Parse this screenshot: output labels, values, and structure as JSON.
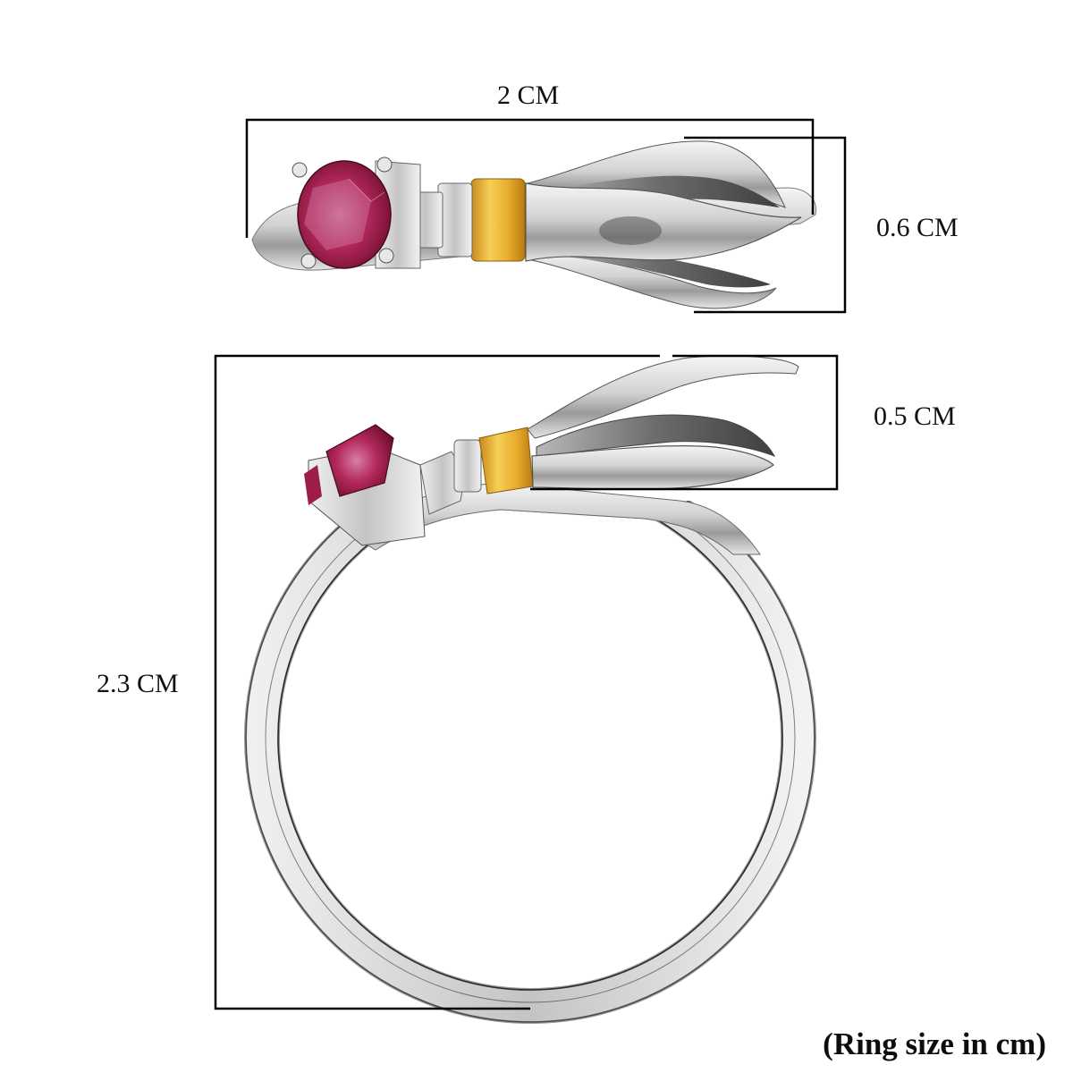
{
  "product": {
    "type": "ring",
    "description": "Broomstick-shaped ring with red gemstone, silver band and gold accent collar",
    "colors": {
      "metal": "#d9d9d9",
      "metal_shadow": "#8c8c8c",
      "metal_highlight": "#f7f7f7",
      "gem": "#a3184a",
      "gem_light": "#d76a9a",
      "gold": "#e8b030",
      "dimension_line": "#000000",
      "background": "#ffffff"
    }
  },
  "dimensions": {
    "top_view_width": "2 CM",
    "top_view_height": "0.6 CM",
    "side_view_head_height": "0.5 CM",
    "side_view_ring_height": "2.3 CM"
  },
  "caption": "(Ring size in cm)"
}
